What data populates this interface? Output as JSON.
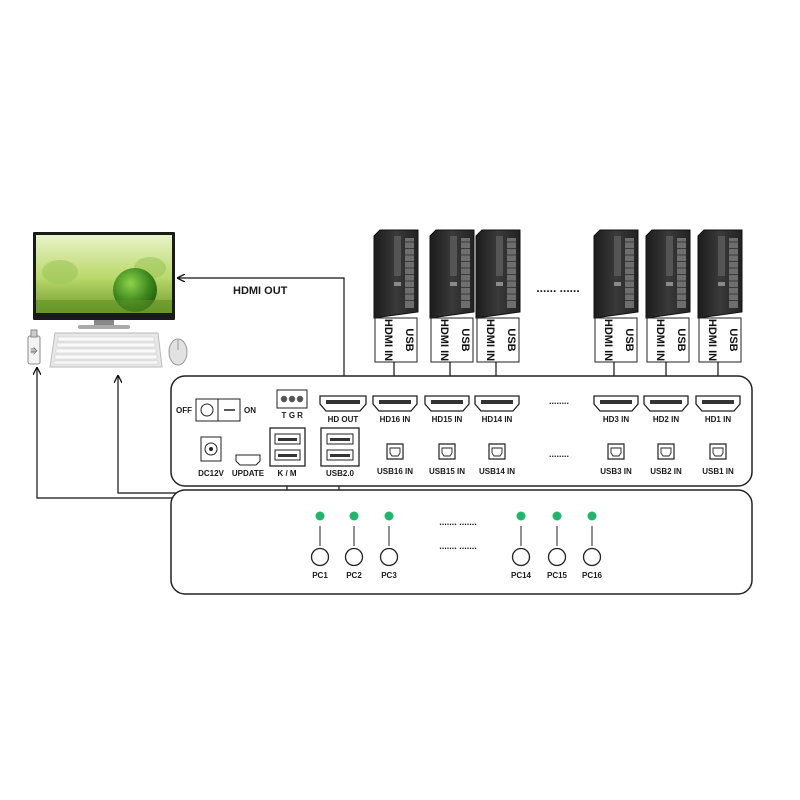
{
  "connections": {
    "hdmi_out": "HDMI OUT"
  },
  "rear_panel": {
    "off": "OFF",
    "on": "ON",
    "tgr": [
      "T",
      "G",
      "R"
    ],
    "hd_out": "HD OUT",
    "dc12v": "DC12V",
    "update": "UPDATE",
    "km": "K / M",
    "usb2": "USB2.0",
    "hd_ports": [
      "HD16 IN",
      "HD15 IN",
      "HD14 IN",
      "HD3 IN",
      "HD2 IN",
      "HD1 IN"
    ],
    "usb_ports": [
      "USB16 IN",
      "USB15 IN",
      "USB14 IN",
      "USB3 IN",
      "USB2 IN",
      "USB1 IN"
    ],
    "ellipsis": "........"
  },
  "computers": {
    "hdmi_in": "HDMI IN",
    "usb": "USB",
    "ellipsis": "......  ......"
  },
  "front_panel": {
    "buttons": [
      "PC1",
      "PC2",
      "PC3",
      "PC14",
      "PC15",
      "PC16"
    ],
    "ellipsis": "....... ......."
  },
  "colors": {
    "led": "#1db86a",
    "panel_border": "#222222",
    "tower": "#2b2b2b"
  }
}
